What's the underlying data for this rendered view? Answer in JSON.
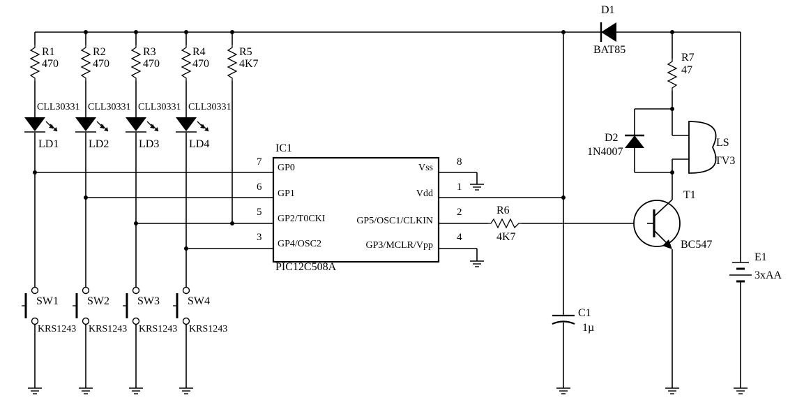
{
  "schematic": {
    "ic": {
      "ref": "IC1",
      "part": "PIC12C508A",
      "left_pins": [
        {
          "num": "7",
          "name": "GP0"
        },
        {
          "num": "6",
          "name": "GP1"
        },
        {
          "num": "5",
          "name": "GP2/T0CKI"
        },
        {
          "num": "3",
          "name": "GP4/OSC2"
        }
      ],
      "right_pins": [
        {
          "num": "8",
          "name": "Vss"
        },
        {
          "num": "1",
          "name": "Vdd"
        },
        {
          "num": "2",
          "name": "GP5/OSC1/CLKIN"
        },
        {
          "num": "4",
          "name": "GP3/MCLR/Vpp"
        }
      ]
    },
    "resistors": [
      {
        "ref": "R1",
        "value": "470"
      },
      {
        "ref": "R2",
        "value": "470"
      },
      {
        "ref": "R3",
        "value": "470"
      },
      {
        "ref": "R4",
        "value": "470"
      },
      {
        "ref": "R5",
        "value": "4K7"
      },
      {
        "ref": "R6",
        "value": "4K7"
      },
      {
        "ref": "R7",
        "value": "47"
      }
    ],
    "leds": [
      {
        "ref": "LD1",
        "part": "CLL30331"
      },
      {
        "ref": "LD2",
        "part": "CLL30331"
      },
      {
        "ref": "LD3",
        "part": "CLL30331"
      },
      {
        "ref": "LD4",
        "part": "CLL30331"
      }
    ],
    "switches": [
      {
        "ref": "SW1",
        "part": "KRS1243"
      },
      {
        "ref": "SW2",
        "part": "KRS1243"
      },
      {
        "ref": "SW3",
        "part": "KRS1243"
      },
      {
        "ref": "SW4",
        "part": "KRS1243"
      }
    ],
    "d1": {
      "ref": "D1",
      "part": "BAT85"
    },
    "d2": {
      "ref": "D2",
      "part": "1N4007"
    },
    "speaker": {
      "ref": "LS",
      "part": "TV3"
    },
    "transistor": {
      "ref": "T1",
      "part": "BC547"
    },
    "capacitor": {
      "ref": "C1",
      "value": "1µ"
    },
    "battery": {
      "ref": "E1",
      "value": "3xAA"
    }
  }
}
